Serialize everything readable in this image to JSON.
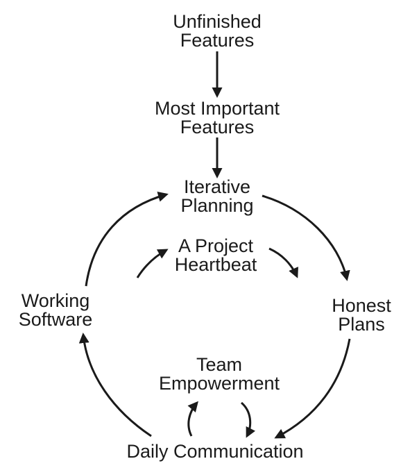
{
  "nodes": {
    "unfinished_features": {
      "line1": "Unfinished",
      "line2": "Features"
    },
    "most_important_features": {
      "line1": "Most Important",
      "line2": "Features"
    },
    "iterative_planning": {
      "line1": "Iterative",
      "line2": "Planning"
    },
    "project_heartbeat": {
      "line1": "A Project",
      "line2": "Heartbeat"
    },
    "honest_plans": {
      "line1": "Honest",
      "line2": "Plans"
    },
    "working_software": {
      "line1": "Working",
      "line2": "Software"
    },
    "team_empowerment": {
      "line1": "Team",
      "line2": "Empowerment"
    },
    "daily_communication": {
      "line1": "Daily Communication"
    }
  },
  "colors": {
    "ink": "#1a1a1a",
    "background": "#ffffff"
  }
}
